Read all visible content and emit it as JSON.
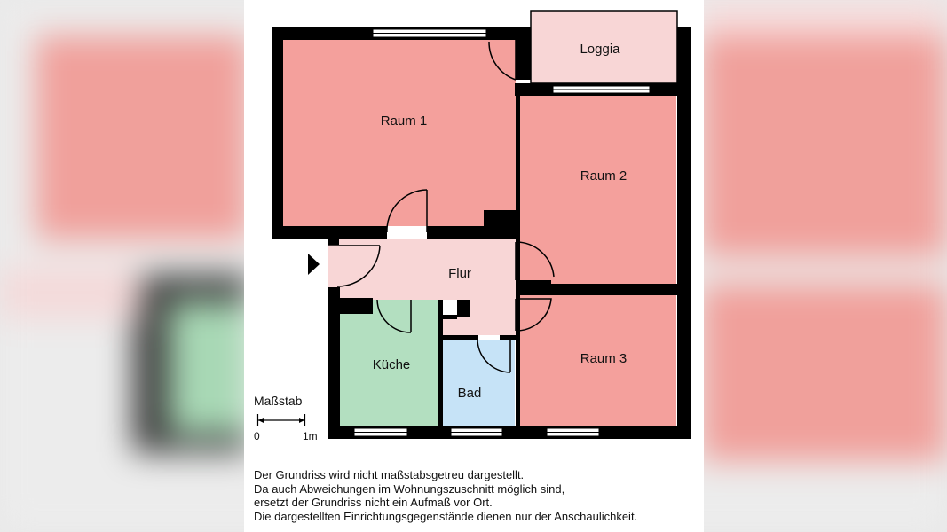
{
  "colors": {
    "wall": "#000000",
    "living": "#f4a09c",
    "hall": "#f8d6d6",
    "kitchen": "#b3dfc0",
    "bath": "#c6e3f7",
    "window": "#ffffff"
  },
  "rooms": {
    "loggia": "Loggia",
    "raum1": "Raum 1",
    "raum2": "Raum 2",
    "raum3": "Raum 3",
    "flur": "Flur",
    "kueche": "Küche",
    "bad": "Bad"
  },
  "scale": {
    "title": "Maßstab",
    "start": "0",
    "end": "1m"
  },
  "disclaimer": [
    "Der Grundriss wird nicht maßstabsgetreu dargestellt.",
    "Da auch Abweichungen im Wohnungszuschnitt möglich sind,",
    "ersetzt der Grundriss nicht ein Aufmaß vor Ort.",
    "Die dargestellten Einrichtungsgegenstände dienen nur der Anschaulichkeit."
  ]
}
